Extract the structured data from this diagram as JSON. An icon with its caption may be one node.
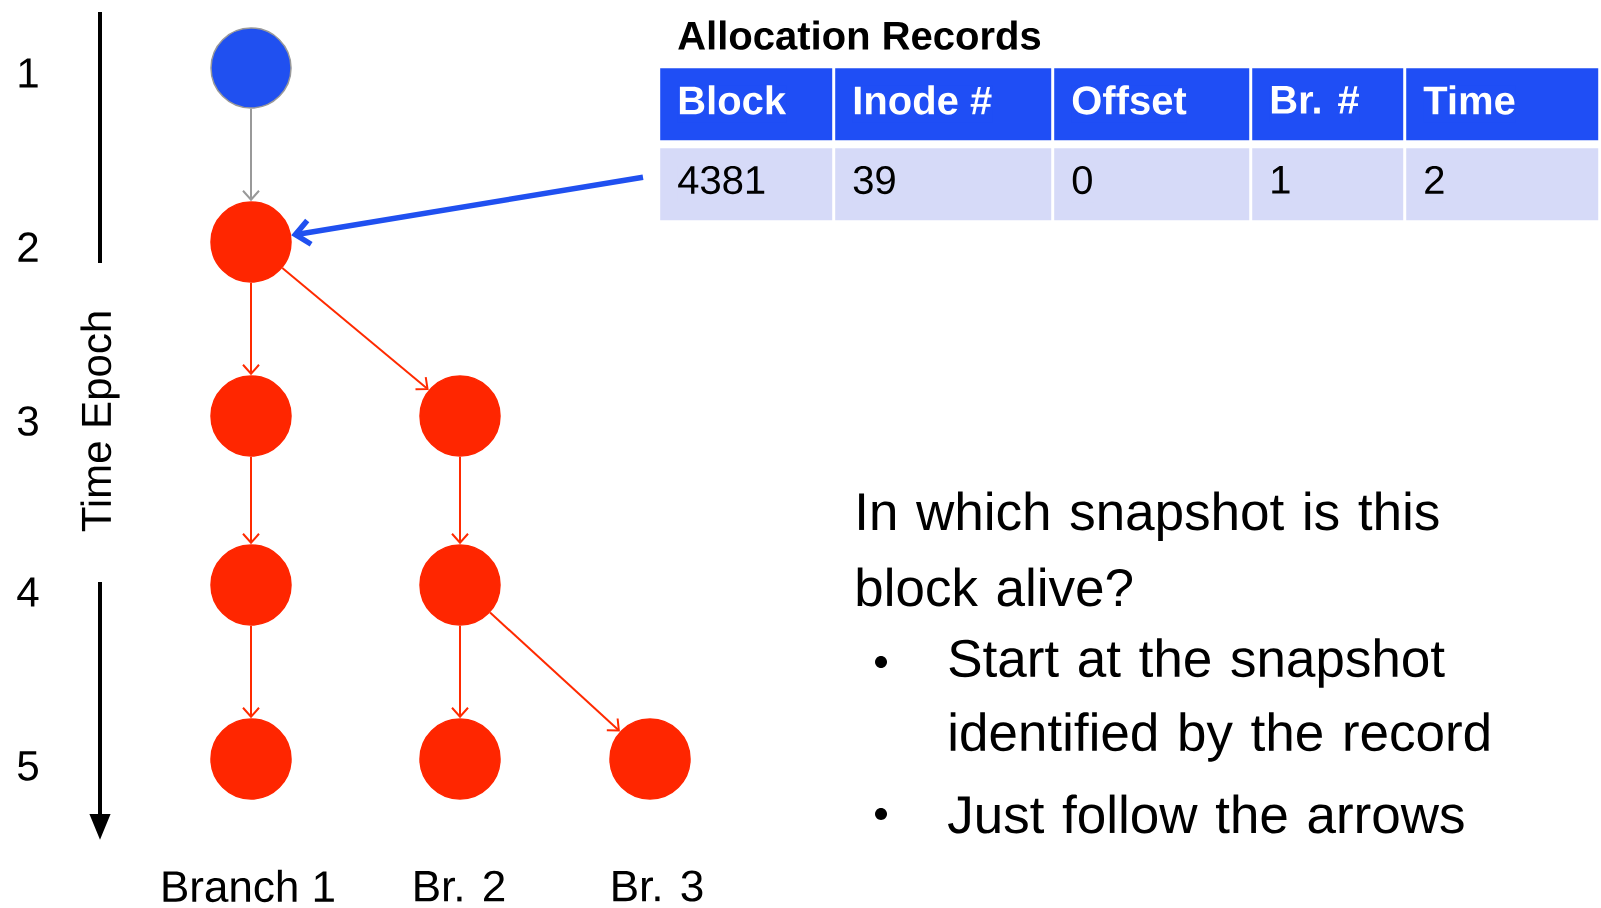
{
  "diagram": {
    "nodes": [
      {
        "text": [],
        "shape": "circle"
      },
      {
        "text": [],
        "shape": "circle"
      },
      {
        "text": [],
        "shape": "circle"
      },
      {
        "text": [],
        "shape": "circle"
      },
      {
        "text": [],
        "shape": "circle"
      },
      {
        "text": [],
        "shape": "circle"
      },
      {
        "text": [],
        "shape": "circle"
      },
      {
        "text": [],
        "shape": "circle"
      },
      {
        "text": [],
        "shape": "circle"
      },
      {
        "text": [
          "Allocation Records",
          "Block",
          "Inode #",
          "Offset",
          "Br. #",
          "Time",
          "4381",
          "39",
          "0",
          "1",
          "2"
        ]
      }
    ],
    "edges": [
      {
        "from": 0,
        "to": 1,
        "arrow": "to",
        "color": "#999999"
      },
      {
        "from": 1,
        "to": 2,
        "arrow": "to"
      },
      {
        "from": 1,
        "to": 3,
        "arrow": "to"
      },
      {
        "from": 2,
        "to": 4,
        "arrow": "to"
      },
      {
        "from": 3,
        "to": 5,
        "arrow": "to"
      },
      {
        "from": 4,
        "to": 6,
        "arrow": "to"
      },
      {
        "from": 5,
        "to": 7,
        "arrow": "to"
      },
      {
        "from": 5,
        "to": 8,
        "arrow": "to"
      },
      {
        "from": 9,
        "to": 1,
        "arrow": "to",
        "style": "thick",
        "color": "#2050f0"
      }
    ],
    "labels": [
      "1",
      "2",
      "3",
      "4",
      "5",
      "Time Epoch",
      "In which snapshot is this block alive?",
      "Start at the snapshot identified by the record",
      "Just follow the arrows",
      "Branch 1",
      "Br. 2",
      "Br. 3"
    ]
  }
}
